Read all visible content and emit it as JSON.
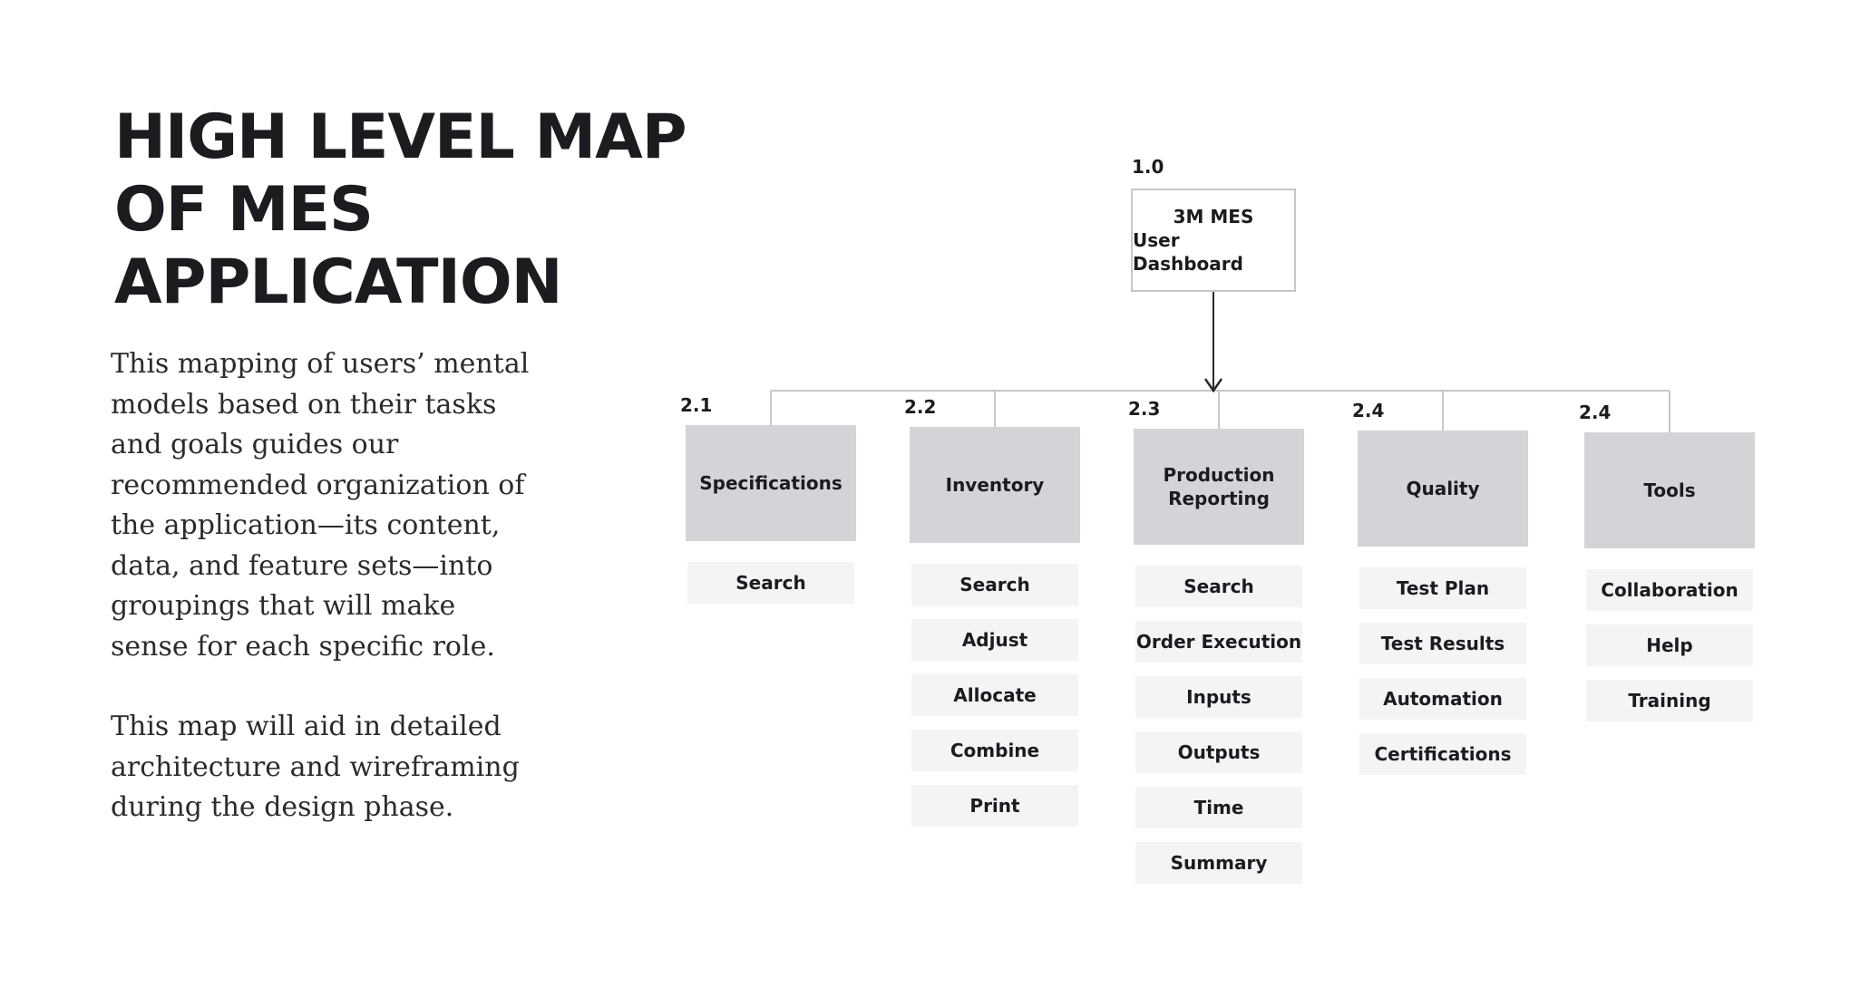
{
  "title_lines": [
    "HIGH LEVEL MAP",
    "OF MES",
    "APPLICATION"
  ],
  "intro": {
    "paragraph1_lines": [
      "This mapping of users’ mental",
      "models based on their tasks",
      "and goals guides our",
      "recommended organization of",
      "the application—its content,",
      "data, and feature sets—into",
      "groupings that will make",
      "sense for each specific role."
    ],
    "paragraph2_lines": [
      "This map will aid in detailed",
      "architecture and wireframing",
      "during the design phase."
    ]
  },
  "sitemap": {
    "root": {
      "number": "1.0",
      "label_lines": [
        "3M MES",
        "User Dashboard"
      ]
    },
    "categories": [
      {
        "number": "2.1",
        "label_lines": [
          "Specifications"
        ],
        "items": [
          "Search"
        ]
      },
      {
        "number": "2.2",
        "label_lines": [
          "Inventory"
        ],
        "items": [
          "Search",
          "Adjust",
          "Allocate",
          "Combine",
          "Print"
        ]
      },
      {
        "number": "2.3",
        "label_lines": [
          "Production",
          "Reporting"
        ],
        "items": [
          "Search",
          "Order Execution",
          "Inputs",
          "Outputs",
          "Time",
          "Summary"
        ]
      },
      {
        "number": "2.4",
        "label_lines": [
          "Quality"
        ],
        "items": [
          "Test Plan",
          "Test Results",
          "Automation",
          "Certifications"
        ]
      },
      {
        "number": "2.4",
        "label_lines": [
          "Tools"
        ],
        "items": [
          "Collaboration",
          "Help",
          "Training"
        ]
      }
    ]
  },
  "colors": {
    "text": "#1b1c20",
    "category_fill": "#d3d4d8",
    "item_fill": "#f3f4f6",
    "root_border": "#c6c7cb",
    "connector": "#c6c7cb",
    "arrow": "#2a2b2e"
  }
}
